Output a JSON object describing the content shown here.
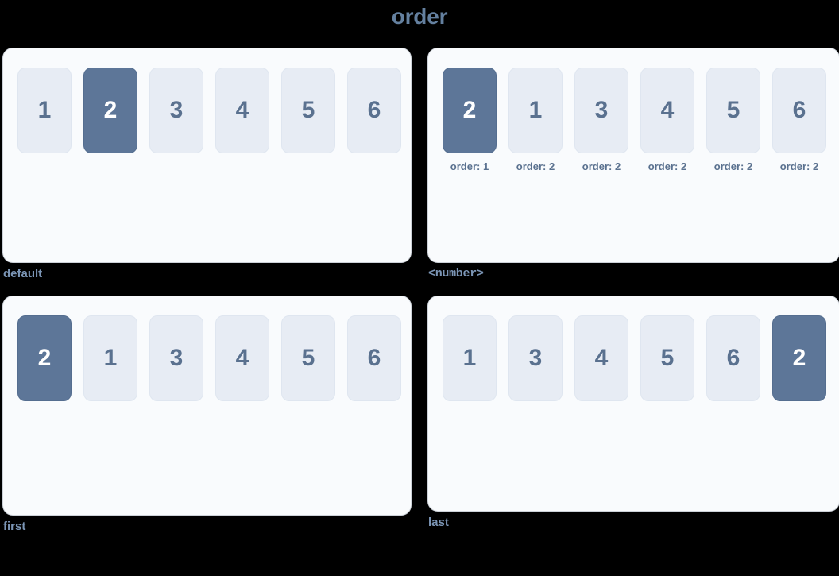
{
  "page": {
    "title": "order",
    "background": "#000000",
    "accent_color": "#5d7698",
    "tile_color": "#e7ecf4",
    "text_color": "#5a718f",
    "label_color": "#7b95b5",
    "card_color": "#f9fbfd"
  },
  "demos": [
    {
      "id": "default",
      "label": "default",
      "label_style": "plain",
      "tiles": [
        {
          "value": "1",
          "accent": false,
          "note": ""
        },
        {
          "value": "2",
          "accent": true,
          "note": ""
        },
        {
          "value": "3",
          "accent": false,
          "note": ""
        },
        {
          "value": "4",
          "accent": false,
          "note": ""
        },
        {
          "value": "5",
          "accent": false,
          "note": ""
        },
        {
          "value": "6",
          "accent": false,
          "note": ""
        }
      ]
    },
    {
      "id": "number",
      "label": "<number>",
      "label_style": "mono",
      "tiles": [
        {
          "value": "2",
          "accent": true,
          "note": "order: 1"
        },
        {
          "value": "1",
          "accent": false,
          "note": "order: 2"
        },
        {
          "value": "3",
          "accent": false,
          "note": "order: 2"
        },
        {
          "value": "4",
          "accent": false,
          "note": "order: 2"
        },
        {
          "value": "5",
          "accent": false,
          "note": "order: 2"
        },
        {
          "value": "6",
          "accent": false,
          "note": "order: 2"
        }
      ]
    },
    {
      "id": "first",
      "label": "first",
      "label_style": "plain",
      "tiles": [
        {
          "value": "2",
          "accent": true,
          "note": ""
        },
        {
          "value": "1",
          "accent": false,
          "note": ""
        },
        {
          "value": "3",
          "accent": false,
          "note": ""
        },
        {
          "value": "4",
          "accent": false,
          "note": ""
        },
        {
          "value": "5",
          "accent": false,
          "note": ""
        },
        {
          "value": "6",
          "accent": false,
          "note": ""
        }
      ]
    },
    {
      "id": "last",
      "label": "last",
      "label_style": "plain",
      "tiles": [
        {
          "value": "1",
          "accent": false,
          "note": ""
        },
        {
          "value": "3",
          "accent": false,
          "note": ""
        },
        {
          "value": "4",
          "accent": false,
          "note": ""
        },
        {
          "value": "5",
          "accent": false,
          "note": ""
        },
        {
          "value": "6",
          "accent": false,
          "note": ""
        },
        {
          "value": "2",
          "accent": true,
          "note": ""
        }
      ]
    }
  ]
}
